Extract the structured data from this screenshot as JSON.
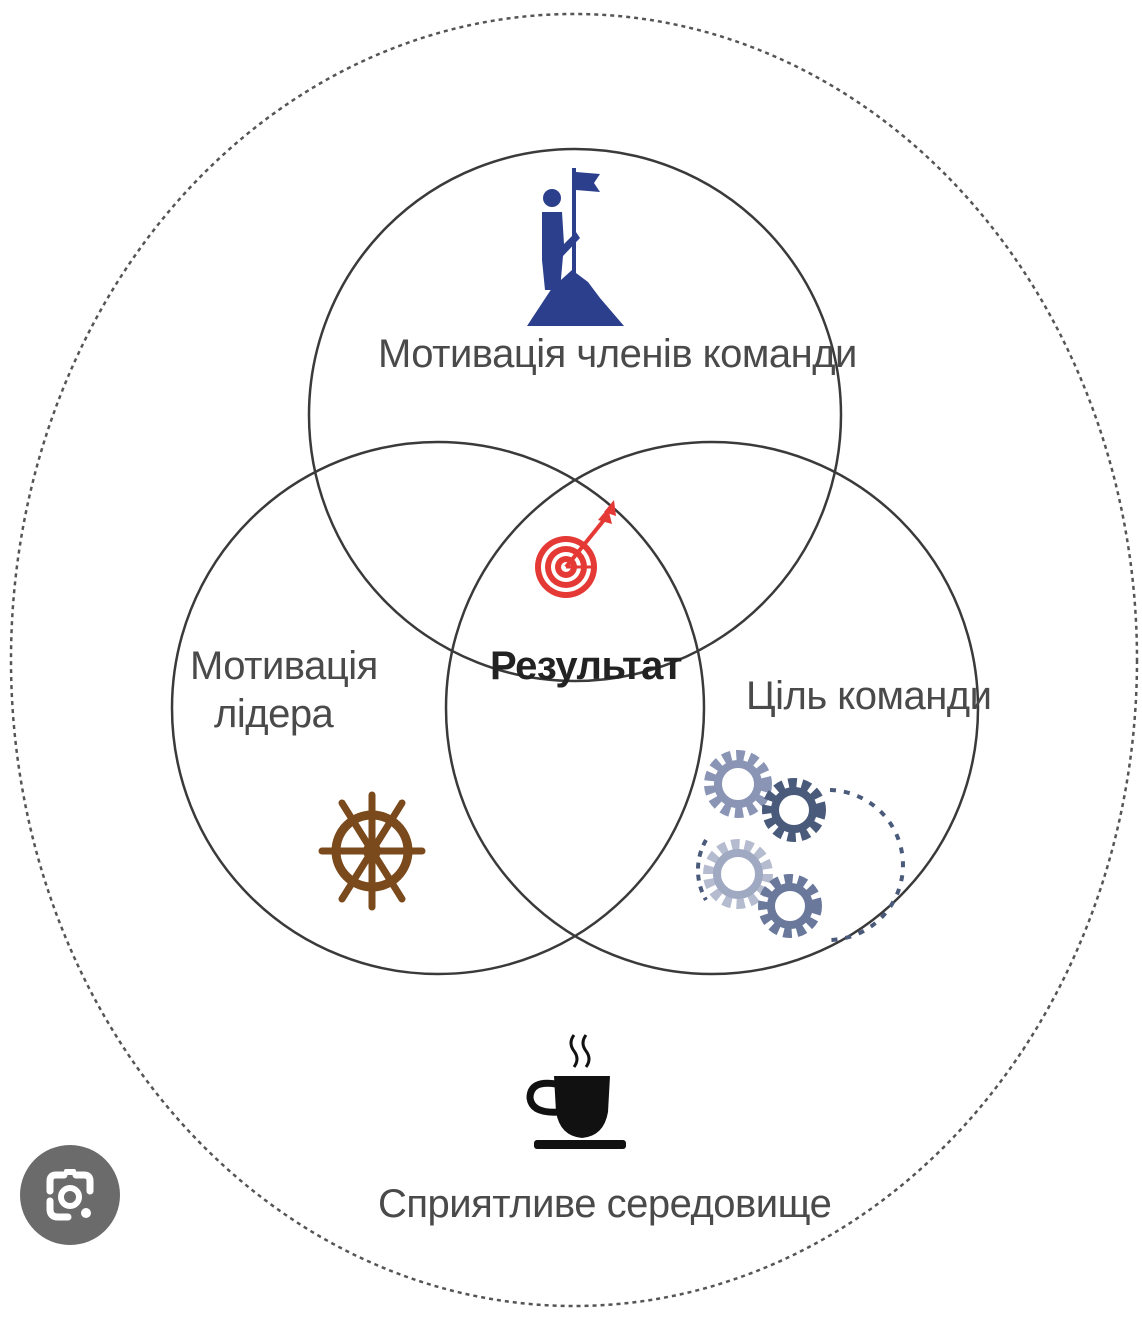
{
  "diagram": {
    "top_circle_label": "Мотивація членів команди",
    "left_circle_label_line1": "Мотивація",
    "left_circle_label_line2": "лідера",
    "right_circle_label": "Ціль команди",
    "center_label": "Результат",
    "outer_label": "Сприятливе середовище"
  },
  "icons": {
    "top": "person-with-flag-on-mountain-icon",
    "center": "target-with-dart-icon",
    "left": "ship-wheel-icon",
    "right": "gears-icon",
    "outer": "coffee-cup-icon",
    "overlay_button": "lens-search-icon"
  },
  "colors": {
    "circle_stroke": "#3a3a3a",
    "flag_icon": "#2b3f8c",
    "target_icon": "#e53935",
    "wheel_icon": "#7a4a1c",
    "gear_dark": "#4a5a7a",
    "gear_light": "#8a95b5",
    "coffee_icon": "#111111",
    "lens_button": "#6b6b6b"
  }
}
